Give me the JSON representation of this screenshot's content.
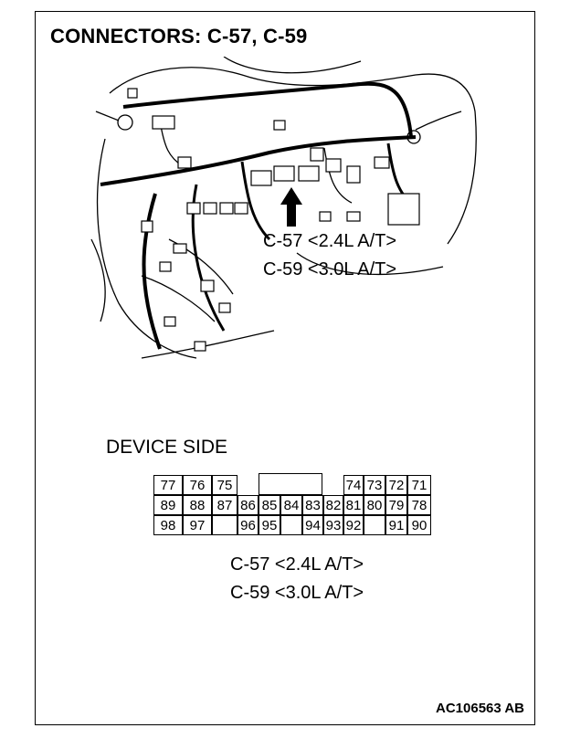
{
  "title": "CONNECTORS: C-57, C-59",
  "illustration": {
    "callout_line1": "C-57 <2.4L A/T>",
    "callout_line2": "C-59 <3.0L A/T>"
  },
  "connector": {
    "side_label": "DEVICE SIDE",
    "rows": [
      [
        "77",
        "76",
        "75",
        "",
        "",
        "",
        "",
        "",
        "",
        "74",
        "73",
        "72",
        "71"
      ],
      [
        "89",
        "88",
        "87",
        "86",
        "85",
        "84",
        "83",
        "82",
        "81",
        "80",
        "79",
        "78"
      ],
      [
        "98",
        "97",
        "",
        "96",
        "95",
        "",
        "94",
        "93",
        "92",
        "",
        "91",
        "90"
      ]
    ],
    "caption_line1": "C-57 <2.4L A/T>",
    "caption_line2": "C-59 <3.0L A/T>"
  },
  "figure_code": "AC106563 AB"
}
